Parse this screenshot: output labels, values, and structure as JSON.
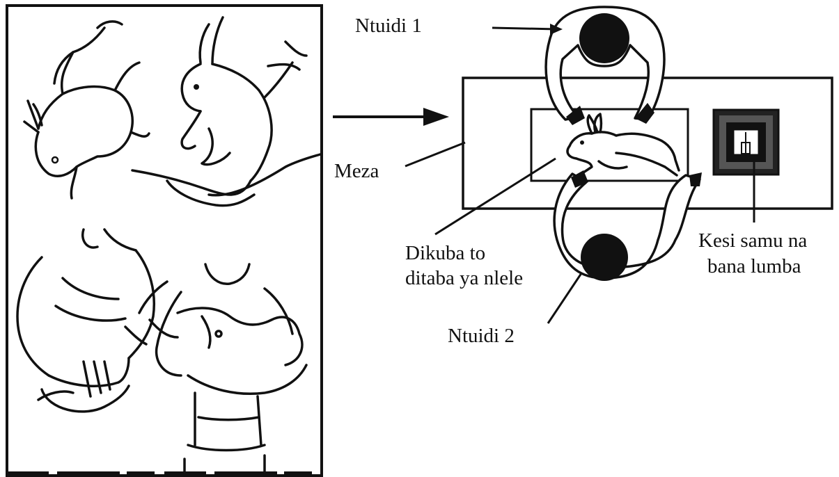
{
  "labels": {
    "helper_1": "Ntuidi 1",
    "helper_2": "Ntuidi 2",
    "table": "Meza",
    "board_line1": "Dikuba to",
    "board_line2": "ditaba ya nlele",
    "case_line1": "Kesi samu na",
    "case_line2": "bana lumba"
  }
}
